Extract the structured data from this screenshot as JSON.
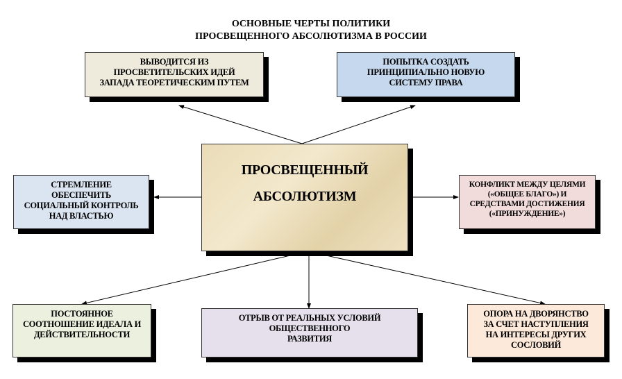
{
  "title": {
    "line1": "ОСНОВНЫЕ ЧЕРТЫ ПОЛИТИКИ",
    "line2": "ПРОСВЕЩЕННОГО АБСОЛЮТИЗМА В РОССИИ"
  },
  "center": {
    "line1": "ПРОСВЕЩЕННЫЙ",
    "line2": "АБСОЛЮТИЗМ"
  },
  "boxes": {
    "top_left": [
      "ВЫВОДИТСЯ ИЗ",
      "ПРОСВЕТИТЕЛЬСКИХ ИДЕЙ",
      "ЗАПАДА ТЕОРЕТИЧЕСКИМ ПУТЕМ"
    ],
    "top_right": [
      "ПОПЫТКА СОЗДАТЬ",
      "ПРИНЦИПИАЛЬНО НОВУЮ",
      "СИСТЕМУ ПРАВА"
    ],
    "left": [
      "СТРЕМЛЕНИЕ",
      "ОБЕСПЕЧИТЬ",
      "СОЦИАЛЬНЫЙ КОНТРОЛЬ",
      "НАД ВЛАСТЬЮ"
    ],
    "right": [
      "КОНФЛИКТ МЕЖДУ ЦЕЛЯМИ",
      "(«ОБЩЕЕ БЛАГО») И",
      "СРЕДСТВАМИ ДОСТИЖЕНИЯ",
      "(«ПРИНУЖДЕНИЕ»)"
    ],
    "bottom_left": [
      "ПОСТОЯННОЕ",
      "СООТНОШЕНИЕ ИДЕАЛА И",
      "ДЕЙСТВИТЕЛЬНОСТИ"
    ],
    "bottom_center": [
      "ОТРЫВ ОТ РЕАЛЬНЫХ УСЛОВИЙ",
      "ОБЩЕСТВЕННОГО",
      "РАЗВИТИЯ"
    ],
    "bottom_right": [
      "ОПОРА НА ДВОРЯНСТВО",
      "ЗА СЧЕТ НАСТУПЛЕНИЯ",
      "НА ИНТЕРЕСЫ ДРУГИХ",
      "СОСЛОВИЙ"
    ]
  },
  "colors": {
    "top_left": "#eeeadc",
    "top_right": "#c6d8ee",
    "left": "#dbe5f1",
    "right": "#f2dcdb",
    "bottom_left": "#ebf1de",
    "bottom_center": "#e5e0ec",
    "bottom_right": "#fde9d9"
  }
}
